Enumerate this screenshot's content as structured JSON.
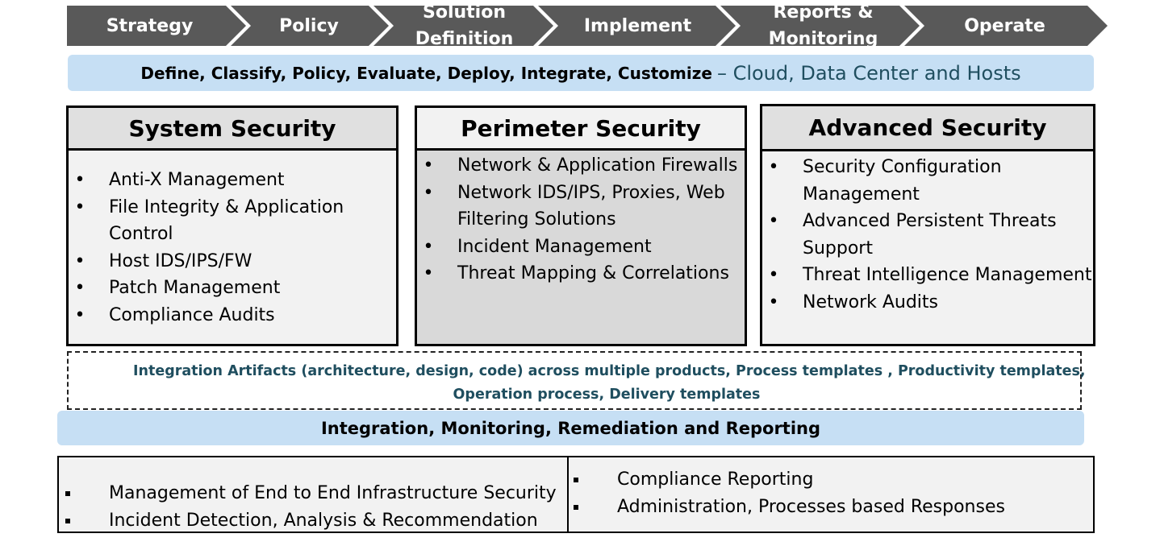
{
  "process_steps": [
    {
      "label": "Strategy"
    },
    {
      "label": "Policy"
    },
    {
      "label": "Solution Definition"
    },
    {
      "label": "Implement"
    },
    {
      "label": "Reports & Monitoring"
    },
    {
      "label": "Operate"
    }
  ],
  "top_banner": {
    "main": "Define, Classify, Policy, Evaluate, Deploy, Integrate, Customize",
    "accent": "– Cloud, Data Center and Hosts"
  },
  "sections": [
    {
      "title": "System Security",
      "items": [
        "Anti-X Management",
        "File Integrity & Application Control",
        "Host IDS/IPS/FW",
        "Patch Management",
        "Compliance Audits"
      ]
    },
    {
      "title": "Perimeter Security",
      "items": [
        "Network & Application Firewalls",
        "Network IDS/IPS, Proxies, Web Filtering Solutions",
        "Incident Management",
        "Threat Mapping & Correlations"
      ]
    },
    {
      "title": "Advanced Security",
      "items": [
        "Security Configuration Management",
        "Advanced Persistent Threats Support",
        "Threat Intelligence Management",
        "Network Audits"
      ]
    }
  ],
  "artifacts": {
    "line1": "Integration Artifacts (architecture, design, code) across multiple products, Process templates , Productivity templates,",
    "line2": "Operation process, Delivery templates"
  },
  "integration_banner": "Integration, Monitoring, Remediation and Reporting",
  "bottom": {
    "left": [
      "Management of End to End Infrastructure Security",
      "Incident Detection, Analysis & Recommendation"
    ],
    "right": [
      "Compliance Reporting",
      "Administration, Processes based Responses"
    ]
  },
  "colors": {
    "chevron": "#595959",
    "banner": "#c6dff4",
    "accent_text": "#1f4e5f",
    "box_bg": "#f2f2f2",
    "perimeter_bg": "#d9d9d9"
  }
}
